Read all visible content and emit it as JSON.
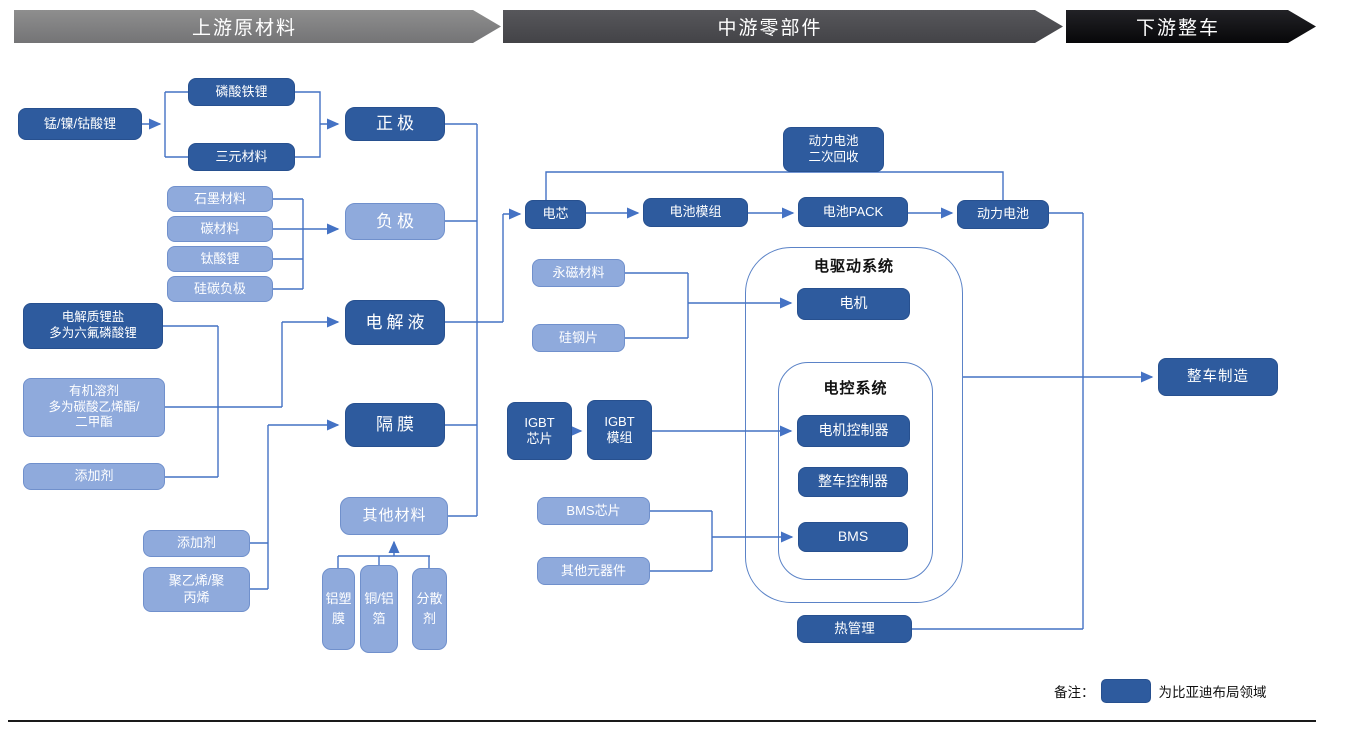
{
  "banners": {
    "upstream": "上游原材料",
    "midstream": "中游零部件",
    "downstream": "下游整车"
  },
  "containers": {
    "drive_system": "电驱动系统",
    "control_system": "电控系统"
  },
  "nodes": {
    "mn_ni_co": {
      "label": "锰/镍/钴酸锂",
      "byd": true
    },
    "lfp": {
      "label": "磷酸铁锂",
      "byd": true
    },
    "ternary": {
      "label": "三元材料",
      "byd": true
    },
    "cathode": {
      "label": "正极",
      "byd": true
    },
    "graphite": {
      "label": "石墨材料",
      "byd": false
    },
    "carbon": {
      "label": "碳材料",
      "byd": false
    },
    "lto": {
      "label": "钛酸锂",
      "byd": false
    },
    "si_c_anode": {
      "label": "硅碳负极",
      "byd": false
    },
    "anode": {
      "label": "负极",
      "byd": false
    },
    "electrolyte_salt": {
      "label": "电解质锂盐\n多为六氟磷酸锂",
      "byd": true
    },
    "electrolyte": {
      "label": "电解液",
      "byd": true
    },
    "organic_solvent": {
      "label": "有机溶剂\n多为碳酸乙烯酯/\n二甲酯",
      "byd": false
    },
    "additive_1": {
      "label": "添加剂",
      "byd": false
    },
    "separator": {
      "label": "隔膜",
      "byd": true
    },
    "additive_2": {
      "label": "添加剂",
      "byd": false
    },
    "pe_pp": {
      "label": "聚乙烯/聚\n丙烯",
      "byd": false
    },
    "other_materials": {
      "label": "其他材料",
      "byd": false
    },
    "al_plastic_film": {
      "label": "铝塑膜",
      "byd": false
    },
    "cu_al_foil": {
      "label": "铜/铝箔",
      "byd": false
    },
    "dispersant": {
      "label": "分散剂",
      "byd": false
    },
    "cell": {
      "label": "电芯",
      "byd": true
    },
    "battery_module": {
      "label": "电池模组",
      "byd": true
    },
    "battery_pack": {
      "label": "电池PACK",
      "byd": true
    },
    "power_battery": {
      "label": "动力电池",
      "byd": true
    },
    "battery_recycling": {
      "label": "动力电池\n二次回收",
      "byd": true
    },
    "permanent_magnet": {
      "label": "永磁材料",
      "byd": false
    },
    "silicon_steel": {
      "label": "硅钢片",
      "byd": false
    },
    "motor": {
      "label": "电机",
      "byd": true
    },
    "igbt_chip": {
      "label": "IGBT\n芯片",
      "byd": true
    },
    "igbt_module": {
      "label": "IGBT\n模组",
      "byd": true
    },
    "motor_controller": {
      "label": "电机控制器",
      "byd": true
    },
    "vehicle_controller": {
      "label": "整车控制器",
      "byd": true
    },
    "bms": {
      "label": "BMS",
      "byd": true
    },
    "bms_chip": {
      "label": "BMS芯片",
      "byd": false
    },
    "other_components": {
      "label": "其他元器件",
      "byd": false
    },
    "thermal_management": {
      "label": "热管理",
      "byd": true
    },
    "vehicle_manufacturing": {
      "label": "整车制造",
      "byd": true
    }
  },
  "legend": {
    "note_label": "备注：",
    "swatch_meaning": "为比亚迪布局领域"
  },
  "colors": {
    "byd_dark_blue": "#2e5b9e",
    "other_light_blue": "#8faadc",
    "connector_blue": "#4472c4",
    "banner_upstream_gray": "#7f7f7f",
    "banner_midstream_gray": "#4c4c4e",
    "banner_downstream_black": "#0e0e10"
  }
}
